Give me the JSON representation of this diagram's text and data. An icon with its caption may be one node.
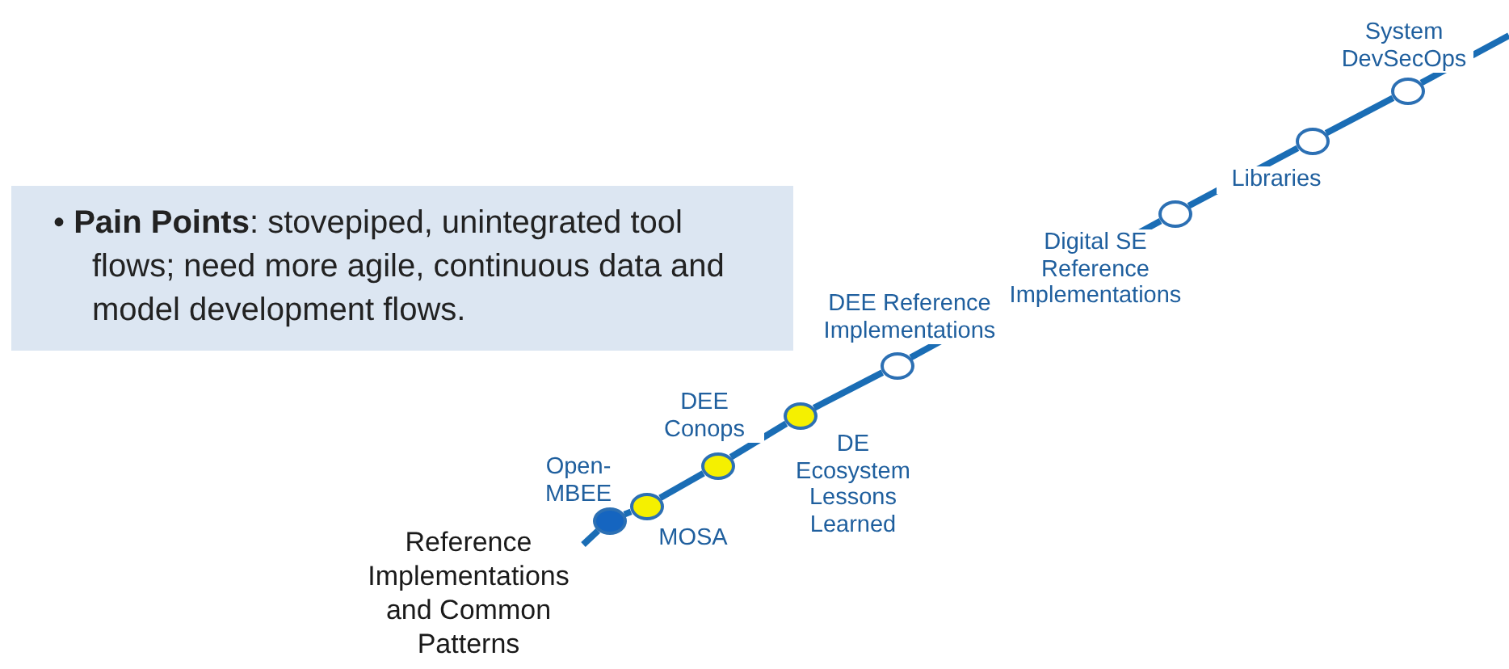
{
  "diagram": {
    "nodes": [
      {
        "text": [
          "• **Pain Points**: stovepiped, unintegrated tool flows; need more agile, continuous data and model development flows."
        ]
      },
      {
        "text": [],
        "shape": "circle",
        "beside": [
          "Open-MBEE"
        ]
      },
      {
        "text": [],
        "shape": "circle",
        "beside": [
          "MOSA"
        ]
      },
      {
        "text": [],
        "shape": "circle",
        "beside": [
          "DEE Conops"
        ]
      },
      {
        "text": [],
        "shape": "circle",
        "beside": [
          "DE Ecosystem Lessons Learned"
        ]
      },
      {
        "text": [],
        "shape": "circle",
        "beside": [
          "DEE Reference Implementations"
        ]
      },
      {
        "text": [],
        "shape": "circle",
        "beside": [
          "Digital SE Reference Implementations"
        ]
      },
      {
        "text": [],
        "shape": "circle",
        "beside": [
          "Libraries"
        ]
      },
      {
        "text": [],
        "shape": "circle",
        "beside": [
          "System DevSecOps"
        ]
      },
      {
        "text": [
          "Reference Implementations and Common Patterns"
        ]
      }
    ],
    "edges": [
      {
        "from": 9,
        "to": 1,
        "arrow": "none"
      },
      {
        "from": 1,
        "to": 2,
        "arrow": "none"
      },
      {
        "from": 2,
        "to": 3,
        "arrow": "none"
      },
      {
        "from": 3,
        "to": 4,
        "arrow": "none"
      },
      {
        "from": 4,
        "to": 5,
        "arrow": "none"
      },
      {
        "from": 5,
        "to": 6,
        "arrow": "none"
      },
      {
        "from": 6,
        "to": 7,
        "arrow": "none"
      },
      {
        "from": 7,
        "to": 8,
        "arrow": "none"
      },
      {
        "from": 8,
        "to": null,
        "arrow": "none"
      }
    ]
  }
}
